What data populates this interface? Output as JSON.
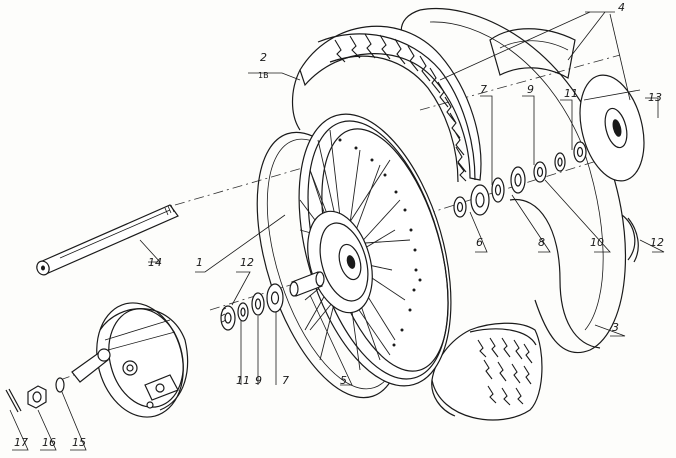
{
  "diagram": {
    "callouts": [
      {
        "id": "label-1",
        "text": "1"
      },
      {
        "id": "label-2",
        "text": "2"
      },
      {
        "id": "label-2-sub",
        "text": "1B"
      },
      {
        "id": "label-3",
        "text": "3"
      },
      {
        "id": "label-4",
        "text": "4"
      },
      {
        "id": "label-5",
        "text": "5"
      },
      {
        "id": "label-6",
        "text": "6"
      },
      {
        "id": "label-7-top",
        "text": "7"
      },
      {
        "id": "label-7-bottom",
        "text": "7"
      },
      {
        "id": "label-8",
        "text": "8"
      },
      {
        "id": "label-9-top",
        "text": "9"
      },
      {
        "id": "label-9-bottom",
        "text": "9"
      },
      {
        "id": "label-10",
        "text": "10"
      },
      {
        "id": "label-11-top",
        "text": "11"
      },
      {
        "id": "label-11-bottom",
        "text": "11"
      },
      {
        "id": "label-12-right",
        "text": "12"
      },
      {
        "id": "label-12-left",
        "text": "12"
      },
      {
        "id": "label-13",
        "text": "13"
      },
      {
        "id": "label-14",
        "text": "14"
      },
      {
        "id": "label-15",
        "text": "15"
      },
      {
        "id": "label-16",
        "text": "16"
      },
      {
        "id": "label-17",
        "text": "17"
      }
    ]
  }
}
